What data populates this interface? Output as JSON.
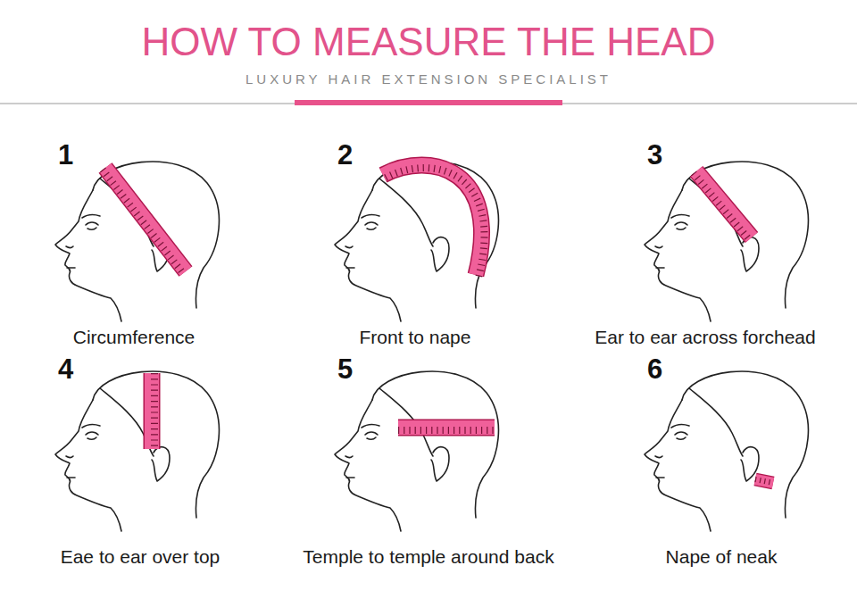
{
  "diagram": {
    "title": "HOW TO MEASURE THE HEAD",
    "labels": [
      "LUXURY HAIR EXTENSION SPECIALIST",
      "1",
      "Circumference",
      "2",
      "Front to nape",
      "3",
      "Ear to ear across forchead",
      "4",
      "Eae to ear over top",
      "5",
      "Temple to temple around back",
      "6",
      "Nape of neak"
    ]
  }
}
